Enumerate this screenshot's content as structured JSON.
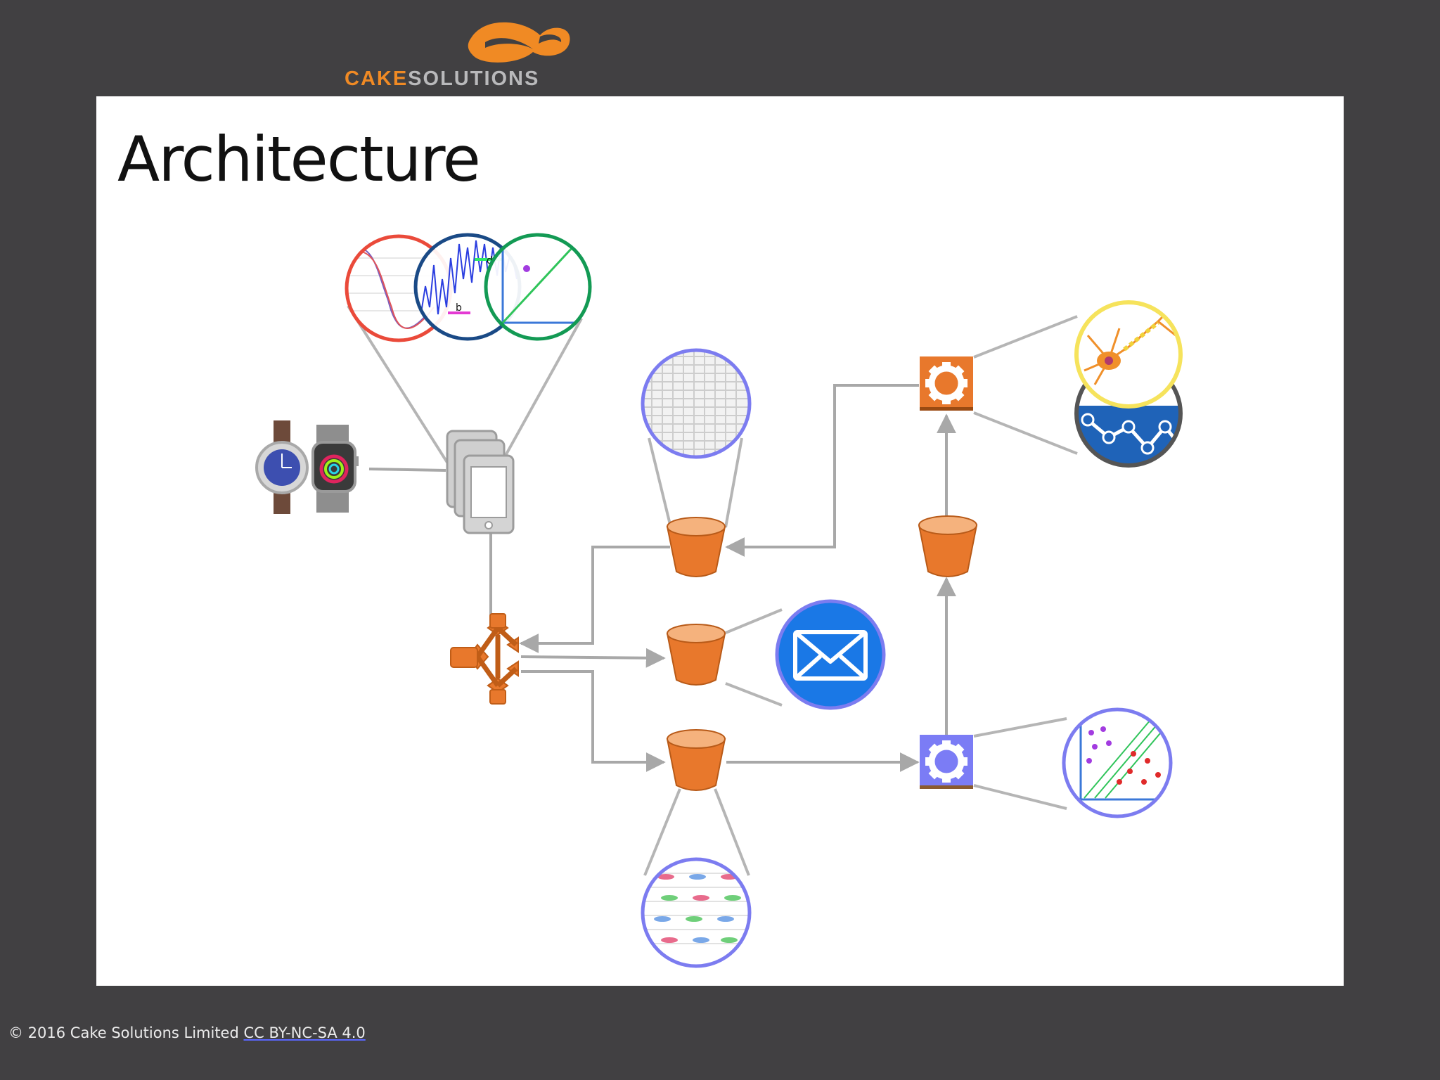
{
  "logo": {
    "brand_part1": "CAKE",
    "brand_part2": "SOLUTIONS"
  },
  "slide": {
    "title": "Architecture"
  },
  "diagram": {
    "nodes": [
      {
        "id": "wearable-watches",
        "kind": "image",
        "icon": "smartwatch-icon"
      },
      {
        "id": "mobile-devices",
        "kind": "device",
        "icon": "mobile-phone-icon"
      },
      {
        "id": "signal-processing-charts",
        "kind": "image",
        "icon": "signal-chart-icon"
      },
      {
        "id": "router",
        "kind": "aws",
        "icon": "aws-router-icon"
      },
      {
        "id": "bucket-top",
        "kind": "storage",
        "icon": "s3-bucket-icon"
      },
      {
        "id": "bucket-middle",
        "kind": "storage",
        "icon": "s3-bucket-icon"
      },
      {
        "id": "bucket-bottom",
        "kind": "storage",
        "icon": "s3-bucket-icon"
      },
      {
        "id": "bucket-right",
        "kind": "storage",
        "icon": "s3-bucket-icon"
      },
      {
        "id": "compute-upper",
        "kind": "compute",
        "icon": "gear-icon"
      },
      {
        "id": "compute-lower",
        "kind": "compute",
        "icon": "gear-icon"
      },
      {
        "id": "email-notification",
        "kind": "image",
        "icon": "envelope-icon"
      },
      {
        "id": "data-matrix",
        "kind": "image",
        "icon": "data-grid-icon"
      },
      {
        "id": "distribution-data",
        "kind": "image",
        "icon": "distribution-icon"
      },
      {
        "id": "neural-network",
        "kind": "image",
        "icon": "neuron-icon"
      },
      {
        "id": "classifier-plot",
        "kind": "image",
        "icon": "scatter-plot-icon"
      }
    ],
    "edges": [
      [
        "wearable-watches",
        "mobile-devices"
      ],
      [
        "mobile-devices",
        "router"
      ],
      [
        "bucket-top",
        "router"
      ],
      [
        "router",
        "bucket-middle"
      ],
      [
        "router",
        "bucket-bottom"
      ],
      [
        "bucket-bottom",
        "compute-lower"
      ],
      [
        "compute-lower",
        "bucket-right"
      ],
      [
        "bucket-right",
        "compute-upper"
      ],
      [
        "compute-upper",
        "bucket-top"
      ]
    ],
    "colors": {
      "aws_orange": "#e8782c",
      "compute_blue": "#7b7cf5",
      "connector_gray": "#a8a8a8",
      "lens_blue": "#7c7cf0"
    }
  },
  "footer": {
    "copyright": "© 2016 Cake Solutions Limited ",
    "license_link": "CC BY-NC-SA 4.0"
  }
}
